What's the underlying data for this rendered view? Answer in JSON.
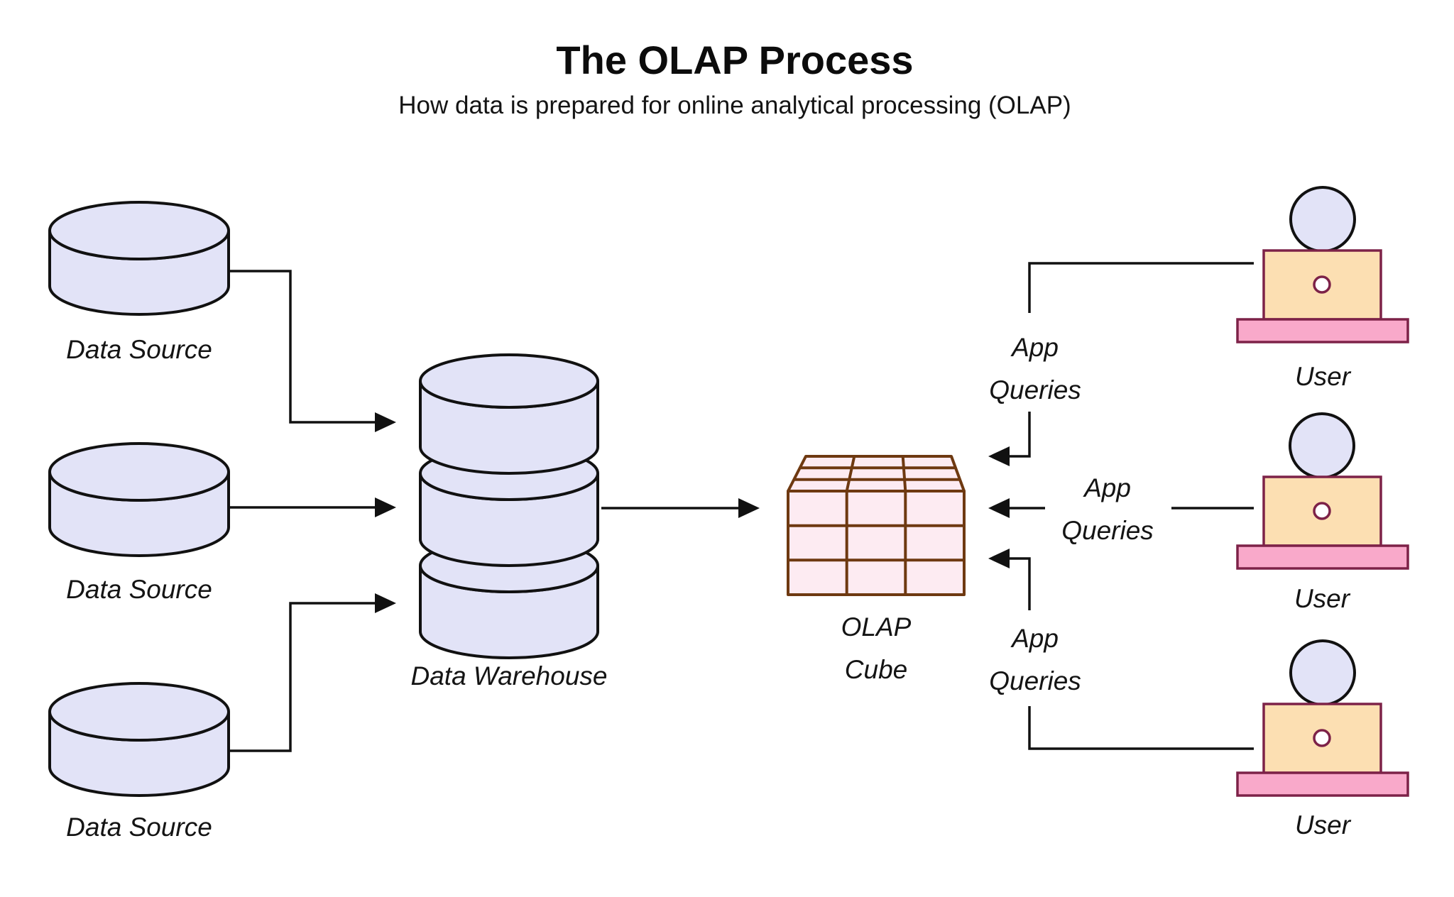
{
  "header": {
    "title": "The OLAP Process",
    "subtitle": "How data is prepared for online analytical processing (OLAP)"
  },
  "nodes": {
    "data_source_label": "Data Source",
    "data_source_count": 3,
    "data_warehouse_label": "Data Warehouse",
    "olap_cube_label": {
      "line1": "OLAP",
      "line2": "Cube"
    },
    "user_label": "User",
    "user_count": 3
  },
  "edges": {
    "app_queries_label": {
      "line1": "App",
      "line2": "Queries"
    },
    "app_queries_count": 3
  },
  "colors": {
    "background": "#ffffff",
    "database_fill": "#e2e3f7",
    "database_stroke": "#111111",
    "cube_fill": "#fdebf2",
    "cube_stroke": "#6e3911",
    "laptop_fill": "#fcdfb2",
    "laptop_stroke": "#7d2248",
    "stand_fill": "#f9a9ca",
    "head_fill": "#e2e3f7",
    "connector": "#111111",
    "text": "#141414"
  }
}
